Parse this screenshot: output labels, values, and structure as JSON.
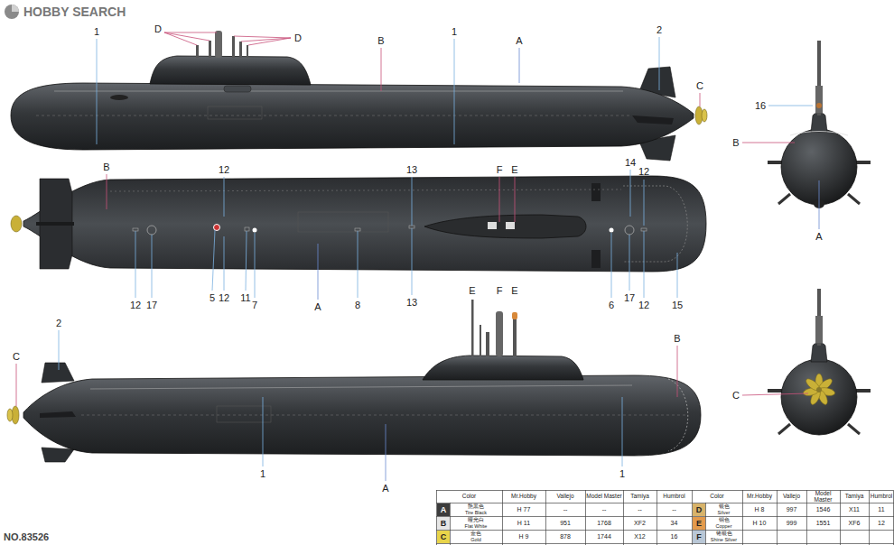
{
  "diagram": {
    "labels": [
      "HOBBY SEARCH",
      "1",
      "D",
      "D",
      "B",
      "1",
      "A",
      "2",
      "C",
      "16",
      "B",
      "A",
      "B",
      "12",
      "F",
      "E",
      "13",
      "14",
      "12",
      "12",
      "17",
      "5",
      "12",
      "11",
      "7",
      "A",
      "8",
      "13",
      "6",
      "17",
      "12",
      "15",
      "E",
      "F",
      "E",
      "B",
      "2",
      "C",
      "1",
      "A",
      "1",
      "C",
      "NO.83526",
      "Color",
      "Mr.Hobby",
      "Vallejo",
      "Model Master",
      "Tamiya",
      "Humbrol",
      "Color",
      "Mr.Hobby",
      "Vallejo",
      "Model Master",
      "Tamiya",
      "Humbrol",
      "艶黒色",
      "Tire Black",
      "H 77",
      "--",
      "--",
      "--",
      "--",
      "哑光白",
      "Flat White",
      "H 11",
      "951",
      "1768",
      "XF2",
      "34",
      "金色",
      "Gold",
      "H 9",
      "878",
      "1744",
      "X12",
      "16",
      "银色",
      "Silver",
      "H 8",
      "997",
      "1546",
      "X11",
      "11",
      "铜色",
      "Copper",
      "H 10",
      "999",
      "1551",
      "XF6",
      "12",
      "铬银色",
      "Shine Silver"
    ],
    "legend": [
      {
        "text": "A",
        "color": "#3c3c3c"
      },
      {
        "text": "B",
        "color": "#e6e6e6"
      },
      {
        "text": "C",
        "color": "#e8d44a"
      },
      {
        "text": "D",
        "color": "#d8b36a"
      },
      {
        "text": "E",
        "color": "#e39a4c"
      },
      {
        "text": "F",
        "color": "#b9c7d6"
      }
    ]
  }
}
